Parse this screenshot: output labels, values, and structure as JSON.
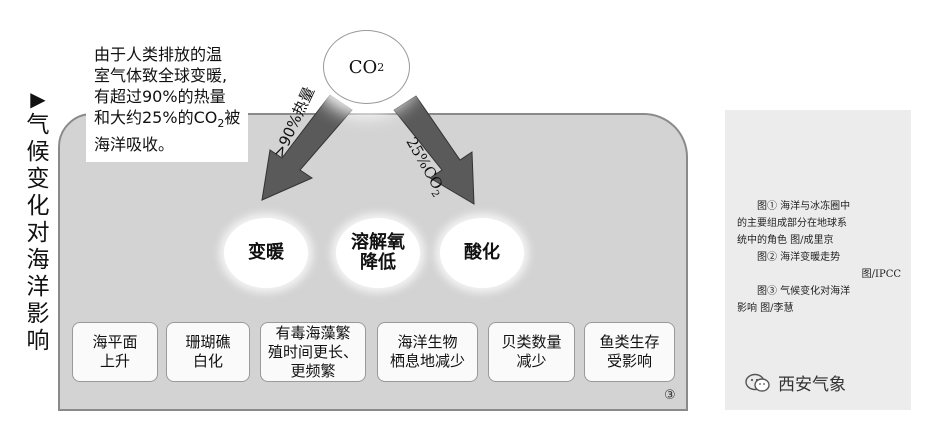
{
  "side_title": {
    "marker": "▶",
    "chars": [
      "气",
      "候",
      "变",
      "化",
      "对",
      "海",
      "洋",
      "影",
      "响"
    ]
  },
  "note": {
    "line1": "由于人类排放的温",
    "line2": "室气体致全球变暖,",
    "line3": "有超过90%的热量",
    "line4_pre": "和大约25%的CO",
    "line4_sub": "2",
    "line4_post": "被",
    "line5": "海洋吸收。"
  },
  "co2": {
    "main": "CO",
    "sub": "2"
  },
  "arrows": {
    "left_label": ">90%热量",
    "right_label_pre": "25%CO",
    "right_label_sub": "2"
  },
  "circles": {
    "warming": "变暖",
    "oxygen_line1": "溶解氧",
    "oxygen_line2": "降低",
    "acid": "酸化"
  },
  "impacts": [
    {
      "line1": "海平面",
      "line2": "上升"
    },
    {
      "line1": "珊瑚礁",
      "line2": "白化"
    },
    {
      "line1": "有毒海藻繁",
      "line2": "殖时间更长、",
      "line3": "更频繁"
    },
    {
      "line1": "海洋生物",
      "line2": "栖息地减少"
    },
    {
      "line1": "贝类数量",
      "line2": "减少"
    },
    {
      "line1": "鱼类生存",
      "line2": "受影响"
    }
  ],
  "figure_number": "③",
  "caption": {
    "l1": "图① 海洋与冰冻圈中",
    "l2": "的主要组成部分在地球系",
    "l3": "统中的角色   图/成里京",
    "l4": "图② 海洋变暖走势",
    "l5": "图/IPCC",
    "l6": "图③ 气候变化对海洋",
    "l7": "影响        图/李慧"
  },
  "watermark": {
    "text": "西安气象"
  },
  "colors": {
    "panel": "#d3d3d3",
    "caption_bg": "#ececec",
    "arrow": "#555555"
  }
}
